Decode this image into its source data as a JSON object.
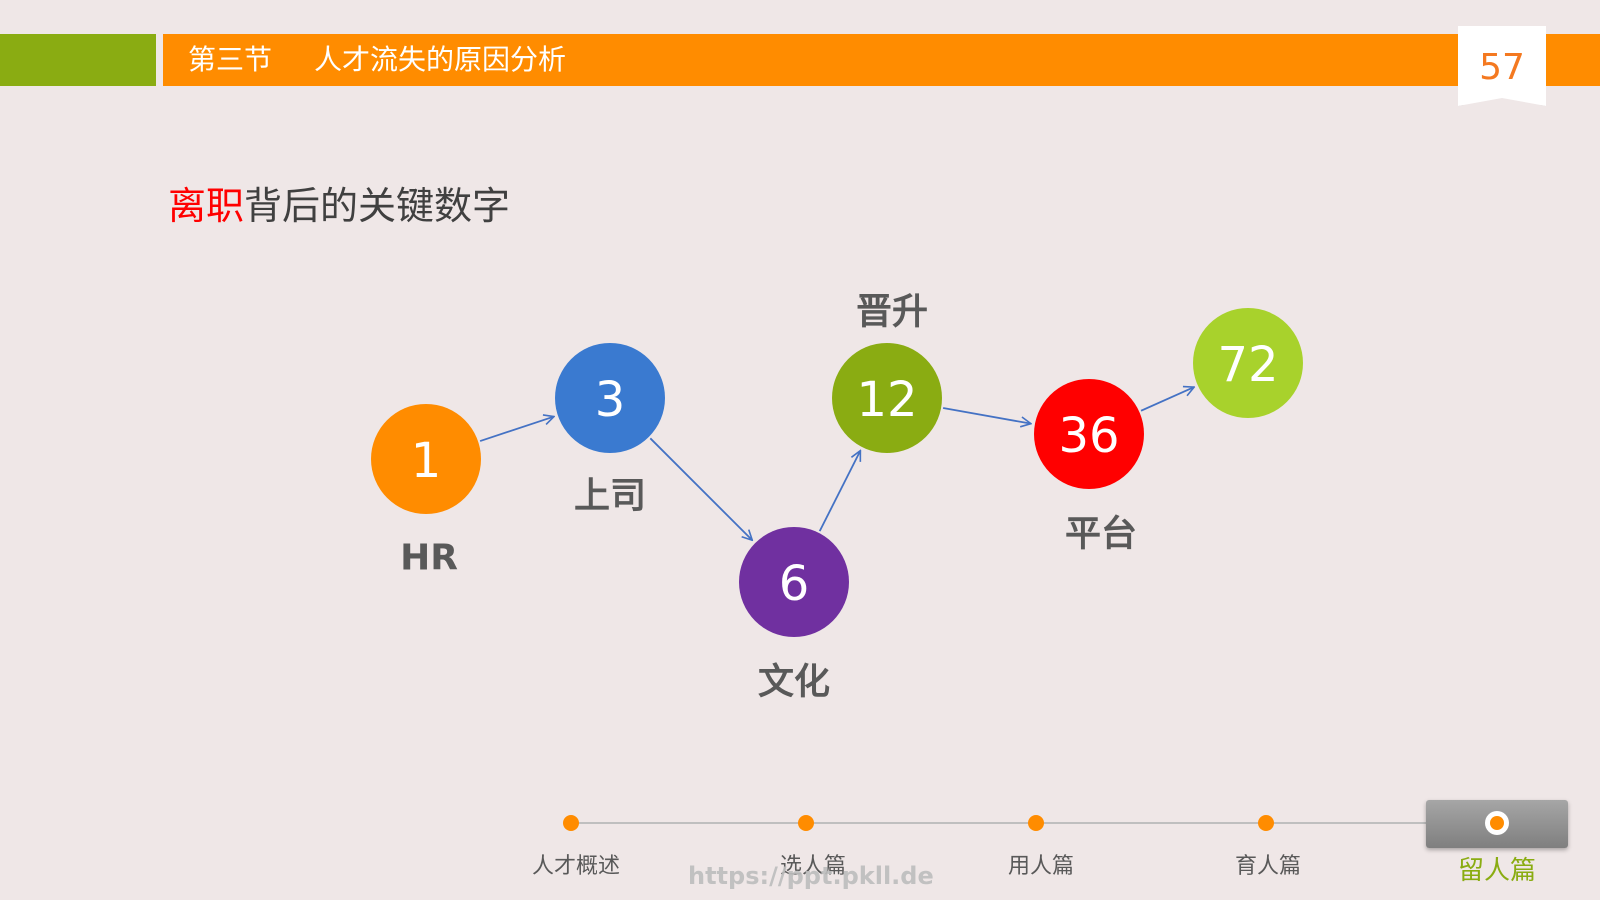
{
  "header": {
    "section_label": "第三节",
    "title": "人才流失的原因分析",
    "page_number": "57"
  },
  "subtitle": {
    "highlight": "离职",
    "rest": "背后的关键数字"
  },
  "colors": {
    "header_orange": "#ff8c00",
    "header_green": "#8aac12",
    "highlight_red": "#ff0000",
    "arrow_blue": "#4472c4"
  },
  "nodes": [
    {
      "value": "1",
      "label": "HR",
      "color": "#ff8c00"
    },
    {
      "value": "3",
      "label": "上司",
      "color": "#3a7ad0"
    },
    {
      "value": "6",
      "label": "文化",
      "color": "#7030a0"
    },
    {
      "value": "12",
      "label": "晋升",
      "color": "#8aac12"
    },
    {
      "value": "36",
      "label": "平台",
      "color": "#ff0000"
    },
    {
      "value": "72",
      "label": "",
      "color": "#a8d22c"
    }
  ],
  "nav": {
    "items": [
      "人才概述",
      "选人篇",
      "用人篇",
      "育人篇",
      "留人篇"
    ],
    "active_index": 4
  },
  "watermark": "https://ppt.pkll.de"
}
